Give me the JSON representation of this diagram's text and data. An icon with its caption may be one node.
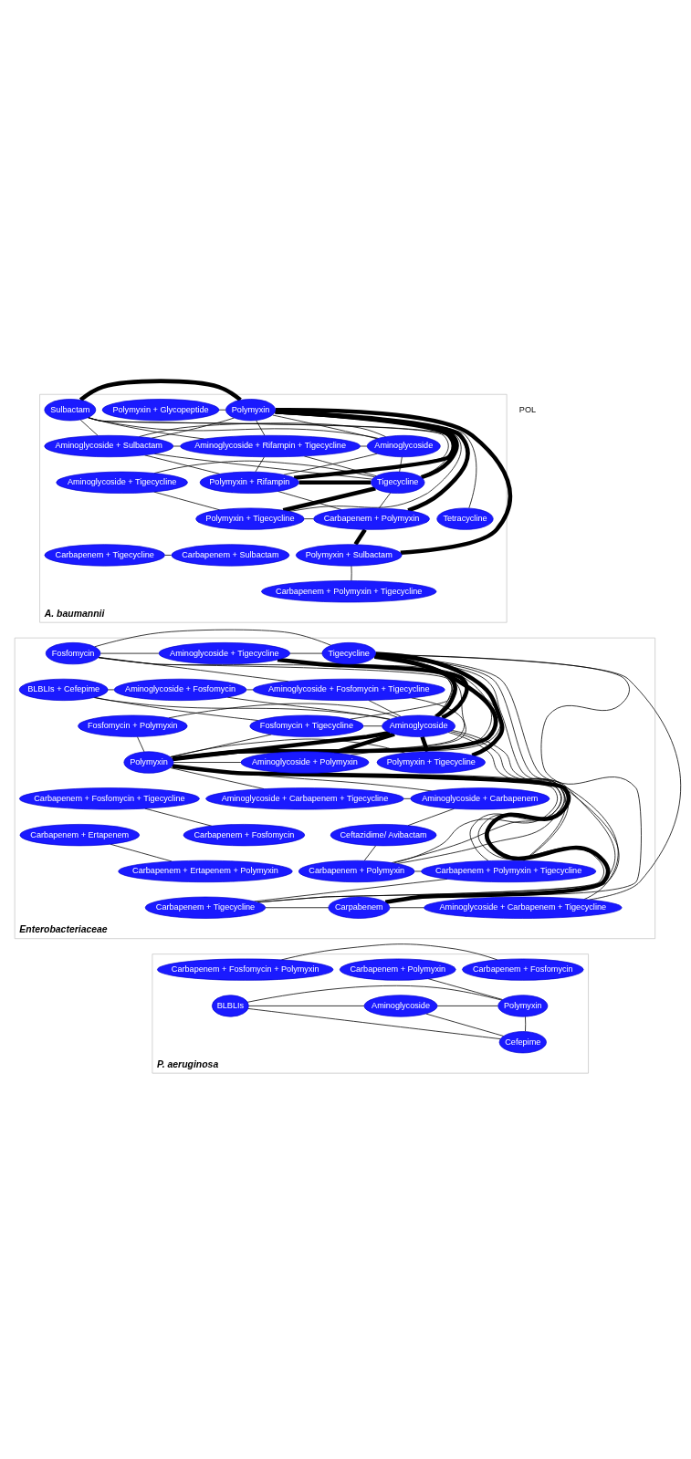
{
  "diagram": {
    "nodes": [
      {
        "text": [
          "A. baumannii"
        ]
      },
      {
        "text": [
          "Polymyxin"
        ],
        "in": 0
      },
      {
        "text": [
          "Polymyxin + Glycopeptide"
        ],
        "in": 0
      },
      {
        "text": [
          "Sulbactam"
        ],
        "in": 0
      },
      {
        "text": [
          "Aminoglycoside + Sulbactam"
        ],
        "in": 0
      },
      {
        "text": [
          "Aminoglycoside + Rifampin + Tigecycline"
        ],
        "in": 0
      },
      {
        "text": [
          "Aminoglycoside"
        ],
        "in": 0
      },
      {
        "text": [
          "Polymyxin + Rifampin"
        ],
        "in": 0
      },
      {
        "text": [
          "Tigecycline"
        ],
        "in": 0
      },
      {
        "text": [
          "Aminoglycoside + Tigecycline"
        ],
        "in": 0
      },
      {
        "text": [
          "Polymyxin + Tigecycline"
        ],
        "in": 0
      },
      {
        "text": [
          "Carbapenem + Polymyxin"
        ],
        "in": 0
      },
      {
        "text": [
          "Tetracycline"
        ],
        "in": 0
      },
      {
        "text": [
          "Polymyxin + Sulbactam"
        ],
        "in": 0
      },
      {
        "text": [
          "Carbapenem + Sulbactam"
        ],
        "in": 0
      },
      {
        "text": [
          "Carbapenem + Tigecycline"
        ],
        "in": 0
      },
      {
        "text": [
          "Carbapenem + Polymyxin + Tigecycline"
        ],
        "in": 0
      },
      {
        "text": [
          "Enterobacteriaceae"
        ]
      },
      {
        "text": [
          "Tigecycline"
        ],
        "in": 17
      },
      {
        "text": [
          "Aminoglycoside + Tigecycline"
        ],
        "in": 17
      },
      {
        "text": [
          "Fosfomycin"
        ],
        "in": 17
      },
      {
        "text": [
          "Aminoglycoside + Fosfomycin + Tigecycline"
        ],
        "in": 17
      },
      {
        "text": [
          "Aminoglycoside + Fosfomycin"
        ],
        "in": 17
      },
      {
        "text": [
          "BLBLIs + Cefepime"
        ],
        "in": 17
      },
      {
        "text": [
          "Fosfomycin + Tigecycline"
        ],
        "in": 17
      },
      {
        "text": [
          "Aminoglycoside"
        ],
        "in": 17
      },
      {
        "text": [
          "Fosfomycin + Polymyxin"
        ],
        "in": 17
      },
      {
        "text": [
          "Aminoglycoside + Polymyxin"
        ],
        "in": 17
      },
      {
        "text": [
          "Polymyxin + Tigecycline"
        ],
        "in": 17
      },
      {
        "text": [
          "Polymyxin"
        ],
        "in": 17
      },
      {
        "text": [
          "Aminoglycoside + Carbapenem + Tigecycline"
        ],
        "in": 17
      },
      {
        "text": [
          "Aminoglycoside + Carbapenem"
        ],
        "in": 17
      },
      {
        "text": [
          "Carbapenem + Fosfomycin + Tigecycline"
        ],
        "in": 17
      },
      {
        "text": [
          "Carbapenem + Fosfomycin"
        ],
        "in": 17
      },
      {
        "text": [
          "Ceftazidime/ Avibactam"
        ],
        "in": 17
      },
      {
        "text": [
          "Carbapenem + Ertapenem"
        ],
        "in": 17
      },
      {
        "text": [
          "Carbapenem + Ertapenem + Polymyxin"
        ],
        "in": 17
      },
      {
        "text": [
          "Carbapenem + Polymyxin"
        ],
        "in": 17
      },
      {
        "text": [
          "Carbapenem + Polymyxin + Tigecycline"
        ],
        "in": 17
      },
      {
        "text": [
          "Carbapenem + Tigecycline"
        ],
        "in": 17
      },
      {
        "text": [
          "Carpabenem"
        ],
        "in": 17
      },
      {
        "text": [
          "Aminoglycoside + Carbapenem + Tigecycline"
        ],
        "in": 17
      },
      {
        "text": [
          "P. aeruginosa"
        ]
      },
      {
        "text": [
          "Carbapenem + Fosfomycin"
        ],
        "in": 42
      },
      {
        "text": [
          "Carbapenem + Polymyxin"
        ],
        "in": 42
      },
      {
        "text": [
          "Carbapenem + Fosfomycin + Polymyxin"
        ],
        "in": 42
      },
      {
        "text": [
          "Polymyxin"
        ],
        "in": 42
      },
      {
        "text": [
          "Aminoglycoside"
        ],
        "in": 42
      },
      {
        "text": [
          "BLBLIs"
        ],
        "in": 42
      },
      {
        "text": [
          "Cefepime"
        ],
        "in": 42
      }
    ],
    "edges": [
      {
        "from": 1,
        "to": 2,
        "arrow": "none"
      },
      {
        "from": 1,
        "to": 3,
        "arrow": "none",
        "style": "thick"
      },
      {
        "from": 1,
        "to": 4,
        "arrow": "none"
      },
      {
        "from": 1,
        "to": 5,
        "arrow": "none"
      },
      {
        "from": 1,
        "to": 6,
        "arrow": "none"
      },
      {
        "from": 1,
        "to": 7,
        "arrow": "none",
        "style": "thick"
      },
      {
        "from": 1,
        "to": 8,
        "arrow": "none",
        "style": "thick"
      },
      {
        "from": 1,
        "to": 10,
        "arrow": "none"
      },
      {
        "from": 1,
        "to": 11,
        "arrow": "none",
        "style": "thick"
      },
      {
        "from": 1,
        "to": 13,
        "arrow": "none",
        "style": "thick"
      },
      {
        "from": 1,
        "to": 12,
        "arrow": "none"
      },
      {
        "from": 16,
        "to": 13,
        "arrow": "none"
      },
      {
        "from": 14,
        "to": 15,
        "arrow": "none"
      },
      {
        "from": 13,
        "to": 11,
        "arrow": "none",
        "style": "thick"
      },
      {
        "from": 11,
        "to": 8,
        "arrow": "none"
      },
      {
        "from": 11,
        "to": 7,
        "arrow": "none"
      },
      {
        "from": 11,
        "to": 10,
        "arrow": "none"
      },
      {
        "from": 10,
        "to": 8,
        "arrow": "none",
        "style": "thick"
      },
      {
        "from": 10,
        "to": 9,
        "arrow": "none"
      },
      {
        "from": 9,
        "to": 8,
        "arrow": "none"
      },
      {
        "from": 3,
        "to": 4,
        "arrow": "none"
      },
      {
        "from": 3,
        "to": 5,
        "arrow": "none"
      },
      {
        "from": 3,
        "to": 6,
        "arrow": "none"
      },
      {
        "from": 3,
        "to": 7,
        "arrow": "none"
      },
      {
        "from": 3,
        "to": 8,
        "arrow": "none"
      },
      {
        "from": 4,
        "to": 5,
        "arrow": "none"
      },
      {
        "from": 4,
        "to": 6,
        "arrow": "none"
      },
      {
        "from": 4,
        "to": 7,
        "arrow": "none"
      },
      {
        "from": 4,
        "to": 8,
        "arrow": "none"
      },
      {
        "from": 5,
        "to": 6,
        "arrow": "none"
      },
      {
        "from": 5,
        "to": 7,
        "arrow": "none"
      },
      {
        "from": 5,
        "to": 8,
        "arrow": "none"
      },
      {
        "from": 6,
        "to": 7,
        "arrow": "none"
      },
      {
        "from": 6,
        "to": 8,
        "arrow": "none"
      },
      {
        "from": 7,
        "to": 8,
        "arrow": "none",
        "style": "thick"
      },
      {
        "from": 29,
        "to": 18,
        "arrow": "none",
        "style": "thick"
      },
      {
        "from": 29,
        "to": 40,
        "arrow": "none",
        "style": "thick"
      },
      {
        "from": 29,
        "to": 37,
        "arrow": "none"
      },
      {
        "from": 29,
        "to": 38,
        "arrow": "none"
      },
      {
        "from": 29,
        "to": 39,
        "arrow": "none"
      },
      {
        "from": 29,
        "to": 41,
        "arrow": "none"
      },
      {
        "from": 29,
        "to": 19,
        "arrow": "none"
      },
      {
        "from": 29,
        "to": 20,
        "arrow": "none"
      },
      {
        "from": 29,
        "to": 21,
        "arrow": "none"
      },
      {
        "from": 29,
        "to": 25,
        "arrow": "none",
        "style": "thick"
      },
      {
        "from": 29,
        "to": 28,
        "arrow": "none"
      },
      {
        "from": 29,
        "to": 27,
        "arrow": "none"
      },
      {
        "from": 29,
        "to": 26,
        "arrow": "none"
      },
      {
        "from": 29,
        "to": 31,
        "arrow": "none"
      },
      {
        "from": 29,
        "to": 30,
        "arrow": "none"
      },
      {
        "from": 29,
        "to": 24,
        "arrow": "none"
      },
      {
        "from": 18,
        "to": 40,
        "arrow": "none"
      },
      {
        "from": 18,
        "to": 41,
        "arrow": "none"
      },
      {
        "from": 18,
        "to": 19,
        "arrow": "none"
      },
      {
        "from": 18,
        "to": 20,
        "arrow": "none"
      },
      {
        "from": 18,
        "to": 25,
        "arrow": "none",
        "style": "thick"
      },
      {
        "from": 18,
        "to": 28,
        "arrow": "none",
        "style": "thick"
      },
      {
        "from": 18,
        "to": 27,
        "arrow": "none"
      },
      {
        "from": 18,
        "to": 37,
        "arrow": "none"
      },
      {
        "from": 18,
        "to": 38,
        "arrow": "none"
      },
      {
        "from": 18,
        "to": 39,
        "arrow": "none"
      },
      {
        "from": 18,
        "to": 24,
        "arrow": "none"
      },
      {
        "from": 25,
        "to": 19,
        "arrow": "none",
        "style": "thick"
      },
      {
        "from": 25,
        "to": 20,
        "arrow": "none"
      },
      {
        "from": 25,
        "to": 21,
        "arrow": "none"
      },
      {
        "from": 25,
        "to": 22,
        "arrow": "none"
      },
      {
        "from": 25,
        "to": 23,
        "arrow": "none"
      },
      {
        "from": 25,
        "to": 24,
        "arrow": "none"
      },
      {
        "from": 25,
        "to": 26,
        "arrow": "none"
      },
      {
        "from": 25,
        "to": 27,
        "arrow": "none",
        "style": "thick"
      },
      {
        "from": 25,
        "to": 28,
        "arrow": "none",
        "style": "thick"
      },
      {
        "from": 25,
        "to": 40,
        "arrow": "none"
      },
      {
        "from": 25,
        "to": 37,
        "arrow": "none"
      },
      {
        "from": 25,
        "to": 38,
        "arrow": "none"
      },
      {
        "from": 40,
        "to": 39,
        "arrow": "none"
      },
      {
        "from": 40,
        "to": 41,
        "arrow": "none"
      },
      {
        "from": 39,
        "to": 38,
        "arrow": "none"
      },
      {
        "from": 38,
        "to": 37,
        "arrow": "none"
      },
      {
        "from": 37,
        "to": 34,
        "arrow": "none"
      },
      {
        "from": 35,
        "to": 36,
        "arrow": "none"
      },
      {
        "from": 34,
        "to": 31,
        "arrow": "none"
      },
      {
        "from": 31,
        "to": 30,
        "arrow": "none"
      },
      {
        "from": 33,
        "to": 32,
        "arrow": "none"
      },
      {
        "from": 19,
        "to": 20,
        "arrow": "none"
      },
      {
        "from": 20,
        "to": 21,
        "arrow": "none"
      },
      {
        "from": 21,
        "to": 22,
        "arrow": "none"
      },
      {
        "from": 22,
        "to": 23,
        "arrow": "none"
      },
      {
        "from": 23,
        "to": 24,
        "arrow": "none"
      },
      {
        "from": 43,
        "to": 45,
        "arrow": "none"
      },
      {
        "from": 44,
        "to": 46,
        "arrow": "none"
      },
      {
        "from": 46,
        "to": 47,
        "arrow": "none"
      },
      {
        "from": 46,
        "to": 49,
        "arrow": "none"
      },
      {
        "from": 46,
        "to": 48,
        "arrow": "none"
      },
      {
        "from": 47,
        "to": 48,
        "arrow": "none"
      },
      {
        "from": 47,
        "to": 49,
        "arrow": "none"
      },
      {
        "from": 49,
        "to": 48,
        "arrow": "none"
      }
    ],
    "labels": [
      "POL"
    ]
  }
}
